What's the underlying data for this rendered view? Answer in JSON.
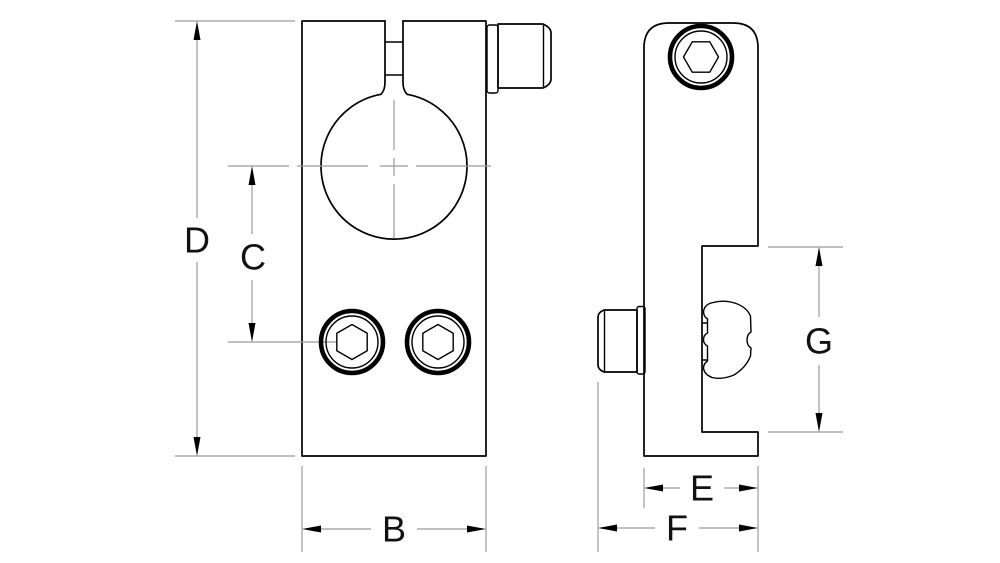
{
  "colors": {
    "background": "#ffffff",
    "outline": "#000000",
    "dim": "#9b9b9b",
    "label": "#111111"
  },
  "dimensions": {
    "B": {
      "label": "B"
    },
    "C": {
      "label": "C"
    },
    "D": {
      "label": "D"
    },
    "E": {
      "label": "E"
    },
    "F": {
      "label": "F"
    },
    "G": {
      "label": "G"
    }
  }
}
